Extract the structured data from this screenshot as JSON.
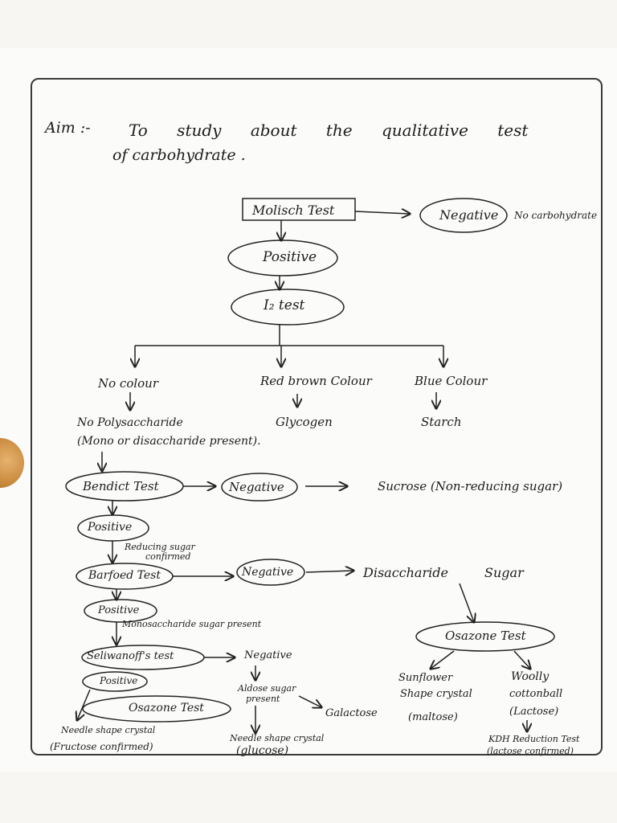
{
  "aim": {
    "label": "Aim :-",
    "line1": "To study about the qualitative test",
    "line2": "of carbohydrate ."
  },
  "molisch": {
    "test": "Molisch Test",
    "negative": "Negative",
    "negative_note": "No carbohydrate",
    "positive": "Positive"
  },
  "iodine": {
    "test": "I₂ test",
    "no_colour": "No colour",
    "no_colour_result_1": "No Polysaccharide",
    "no_colour_result_2": "(Mono or disaccharide present).",
    "red_brown": "Red brown Colour",
    "red_brown_result": "Glycogen",
    "blue": "Blue Colour",
    "blue_result": "Starch"
  },
  "benedict": {
    "test": "Bendict Test",
    "negative": "Negative",
    "negative_result": "Sucrose (Non-reducing sugar)",
    "positive": "Positive",
    "positive_note_1": "Reducing sugar",
    "positive_note_2": "confirmed"
  },
  "barfoed": {
    "test": "Barfoed Test",
    "negative": "Negative",
    "negative_result": "Disaccharide Sugar",
    "positive": "Positive",
    "positive_note": "Monosaccharide sugar present"
  },
  "osazone_right": {
    "test": "Osazone Test",
    "left_1": "Sunflower",
    "left_2": "Shape crystal",
    "left_3": "(maltose)",
    "right_1": "Woolly",
    "right_2": "cottonball",
    "right_3": "(Lactose)",
    "kdh_1": "KDH Reduction Test",
    "kdh_2": "(lactose confirmed)"
  },
  "seliwanoff": {
    "test": "Seliwanoff's test",
    "negative": "Negative",
    "negative_note_1": "Aldose sugar",
    "negative_note_2": "present",
    "galactose": "Galactose",
    "positive": "Positive"
  },
  "osazone_bottom": {
    "test": "Osazone Test",
    "left_1": "Needle shape crystal",
    "left_2": "(Fructose confirmed)",
    "right_1": "Needle shape crystal",
    "right_2": "(glucose)"
  }
}
